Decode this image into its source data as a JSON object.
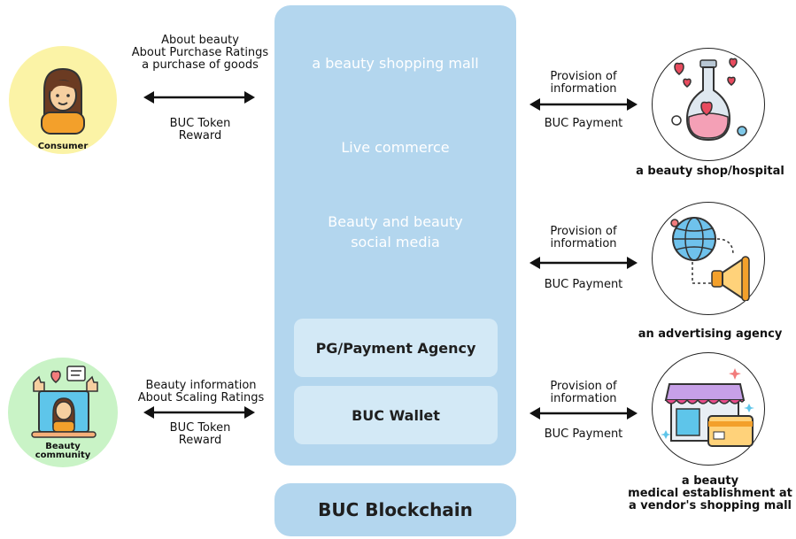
{
  "consumer": {
    "label": "Consumer",
    "top_text": [
      "About beauty",
      "About Purchase Ratings",
      "a purchase of goods"
    ],
    "bottom_text": [
      "BUC Token",
      "Reward"
    ]
  },
  "community": {
    "label": [
      "Beauty",
      "community"
    ],
    "top_text": [
      "Beauty information",
      "About Scaling Ratings"
    ],
    "bottom_text": [
      "BUC Token",
      "Reward"
    ]
  },
  "platform": {
    "items": [
      "a beauty shopping mall",
      "Live commerce",
      "Beauty and beauty",
      "social media"
    ],
    "pg_label": "PG/Payment Agency",
    "wallet_label": "BUC Wallet"
  },
  "blockchain": {
    "label": "BUC Blockchain"
  },
  "partners": [
    {
      "top_text": [
        "Provision of",
        "information"
      ],
      "bottom_text": "BUC Payment",
      "caption": [
        "a beauty shop/hospital"
      ],
      "icon": "potion-flask-icon"
    },
    {
      "top_text": [
        "Provision of",
        "information"
      ],
      "bottom_text": "BUC Payment",
      "caption": [
        "an advertising agency"
      ],
      "icon": "globe-megaphone-icon"
    },
    {
      "top_text": [
        "Provision of",
        "information"
      ],
      "bottom_text": "BUC Payment",
      "caption": [
        "a beauty",
        "medical establishment at",
        "a vendor's shopping mall"
      ],
      "icon": "storefront-card-icon"
    }
  ],
  "colors": {
    "panel": "#b3d6ee",
    "inner_box": "#d3e9f6",
    "consumer_circle": "#fbf3a6",
    "community_circle": "#c9f3c6"
  }
}
